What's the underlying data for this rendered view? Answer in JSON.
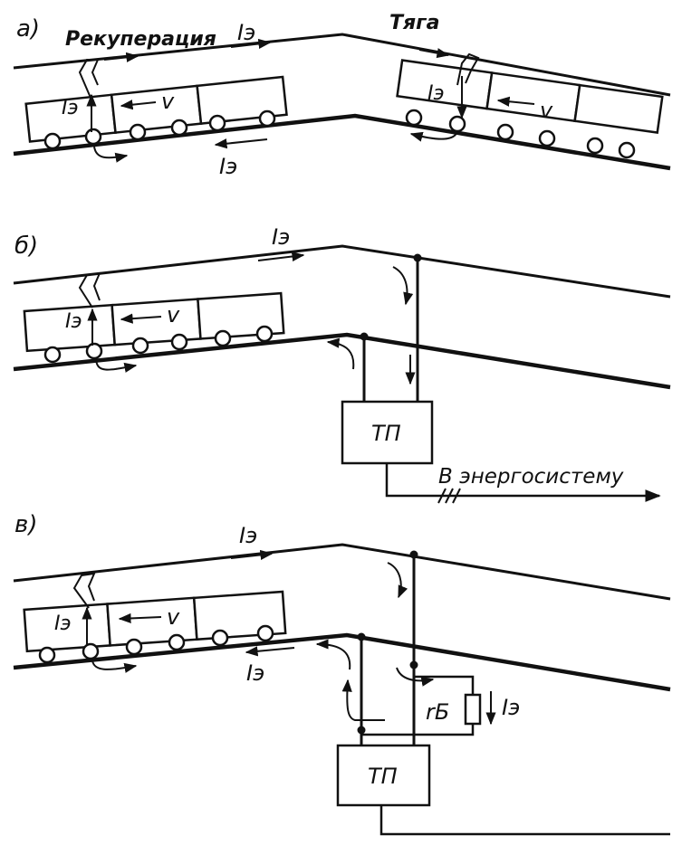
{
  "panel_a": {
    "label": "а)",
    "regen_label": "Рекуперация",
    "traction_label": "Тяга",
    "current_top": "Iэ",
    "current_loco_left": "Iэ",
    "current_loco_right": "Iэ",
    "current_rail": "Iэ",
    "velocity_left": "v",
    "velocity_right": "v"
  },
  "panel_b": {
    "label": "б)",
    "current_top": "Iэ",
    "current_loco": "Iэ",
    "velocity": "v",
    "substation": "ТП",
    "grid_label": "В энергосистему"
  },
  "panel_c": {
    "label": "в)",
    "current_top": "Iэ",
    "current_loco": "Iэ",
    "current_rail": "Iэ",
    "velocity": "v",
    "resistor_label": "rБ",
    "resistor_current": "Iэ",
    "substation": "ТП"
  },
  "colors": {
    "ink": "#111111",
    "paper": "#ffffff"
  }
}
